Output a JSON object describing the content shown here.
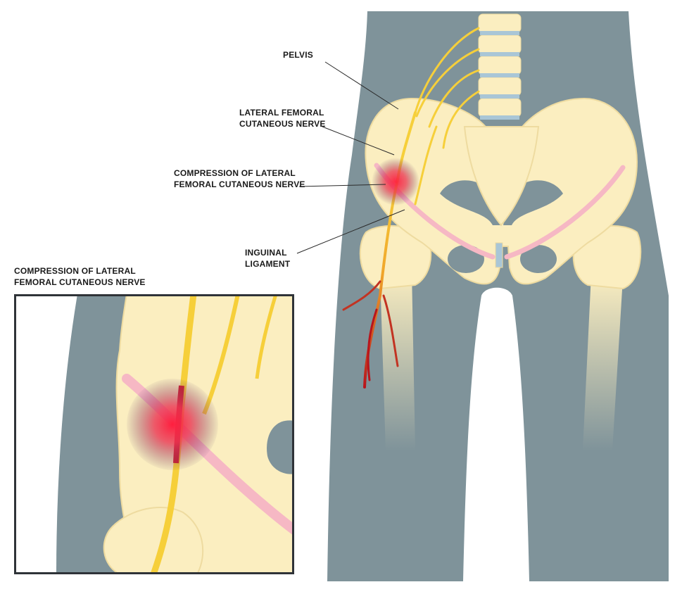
{
  "labels": {
    "pelvis": "PELVIS",
    "lfcn_line1": "LATERAL FEMORAL",
    "lfcn_line2": "CUTANEOUS NERVE",
    "compression_line1": "COMPRESSION OF LATERAL",
    "compression_line2": "FEMORAL CUTANEOUS NERVE",
    "inguinal_line1": "INGUINAL",
    "inguinal_line2": "LIGAMENT",
    "inset_title_line1": "COMPRESSION OF LATERAL",
    "inset_title_line2": "FEMORAL CUTANEOUS NERVE"
  },
  "colors": {
    "body": "#7f939a",
    "bone": "#fbeec0",
    "bone_outline": "#eedba0",
    "nerve": "#f6cf3a",
    "nerve_inflamed": "#b8151c",
    "ligament": "#f6b8c4",
    "spine_disc": "#a9c6d6",
    "compression_glow": "#ff2a4a",
    "leader_line": "#2a2a2a"
  }
}
